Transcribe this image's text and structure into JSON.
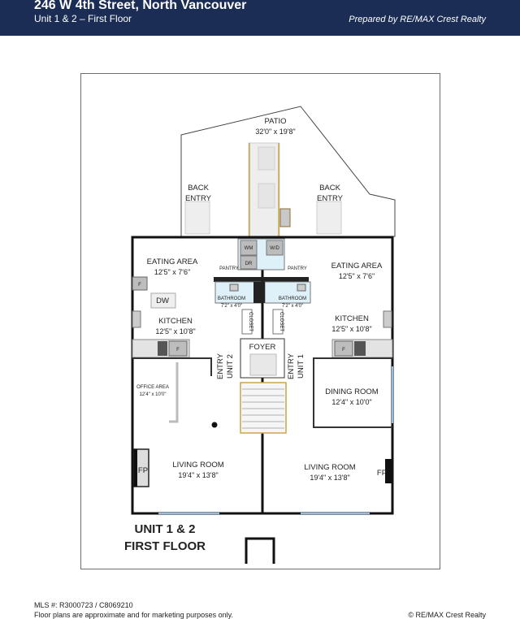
{
  "header": {
    "title": "246 W 4th Street, North Vancouver",
    "subtitle": "Unit 1 & 2 – First Floor",
    "prepared_by": "Prepared by RE/MAX Crest Realty"
  },
  "plan": {
    "patio": {
      "name": "PATIO",
      "dims": "32'0\" x 19'8\""
    },
    "back_entry_left": [
      "BACK",
      "ENTRY"
    ],
    "back_entry_right": [
      "BACK",
      "ENTRY"
    ],
    "wm": "WM",
    "dr": "DR",
    "wd": "W/D",
    "pantry_left": "PANTRY",
    "pantry_right": "PANTRY",
    "eating_area_left": {
      "name": "EATING AREA",
      "dims": "12'5\" x 7'6\""
    },
    "eating_area_right": {
      "name": "EATING AREA",
      "dims": "12'5\" x 7'6\""
    },
    "bathroom_left": {
      "name": "BATHROOM",
      "dims": "7'2\" x 4'0\""
    },
    "bathroom_right": {
      "name": "BATHROOM",
      "dims": "7'2\" x 4'0\""
    },
    "closet": "CLOSET",
    "foyer": "FOYER",
    "dw": "DW",
    "fridge": "F",
    "kitchen_left": {
      "name": "KITCHEN",
      "dims": "12'5\" x 10'8\""
    },
    "kitchen_right": {
      "name": "KITCHEN",
      "dims": "12'5\" x 10'8\""
    },
    "entry_unit2": [
      "ENTRY",
      "UNIT 2"
    ],
    "entry_unit1": [
      "ENTRY",
      "UNIT 1"
    ],
    "office_area": {
      "name": "OFFICE AREA",
      "dims": "12'4\" x 10'0\""
    },
    "dining_room": {
      "name": "DINING ROOM",
      "dims": "12'4\" x 10'0\""
    },
    "living_room_left": {
      "name": "LIVING ROOM",
      "dims": "19'4\" x 13'8\""
    },
    "living_room_right": {
      "name": "LIVING ROOM",
      "dims": "19'4\" x 13'8\""
    },
    "fireplace": "FP",
    "floor_label": [
      "UNIT 1 & 2",
      "FIRST FLOOR"
    ]
  },
  "footer": {
    "mls": "MLS #: R3000723 / C8069210",
    "disclaimer": "Floor plans are approximate and for marketing purposes only.",
    "copyright": "© RE/MAX Crest Realty"
  }
}
